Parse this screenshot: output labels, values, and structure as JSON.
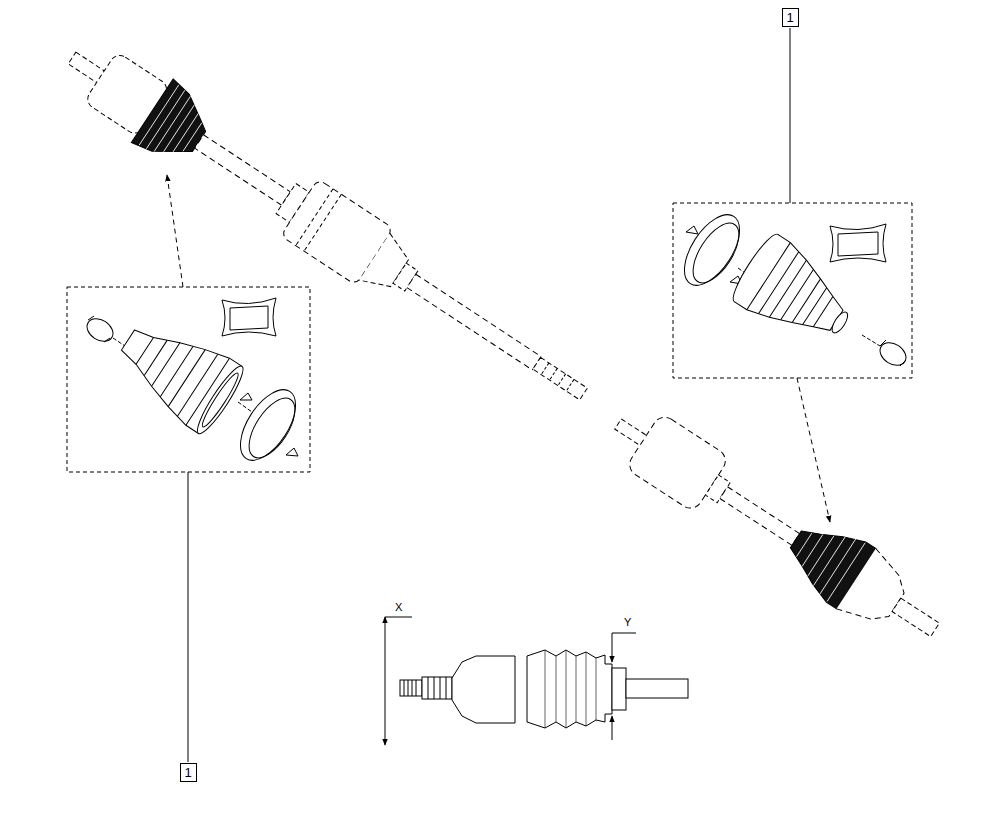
{
  "diagram": {
    "nodes": [
      {
        "text": [
          "1"
        ]
      },
      {
        "text": [
          "1"
        ]
      }
    ],
    "labels": [
      "X",
      "Y"
    ]
  }
}
